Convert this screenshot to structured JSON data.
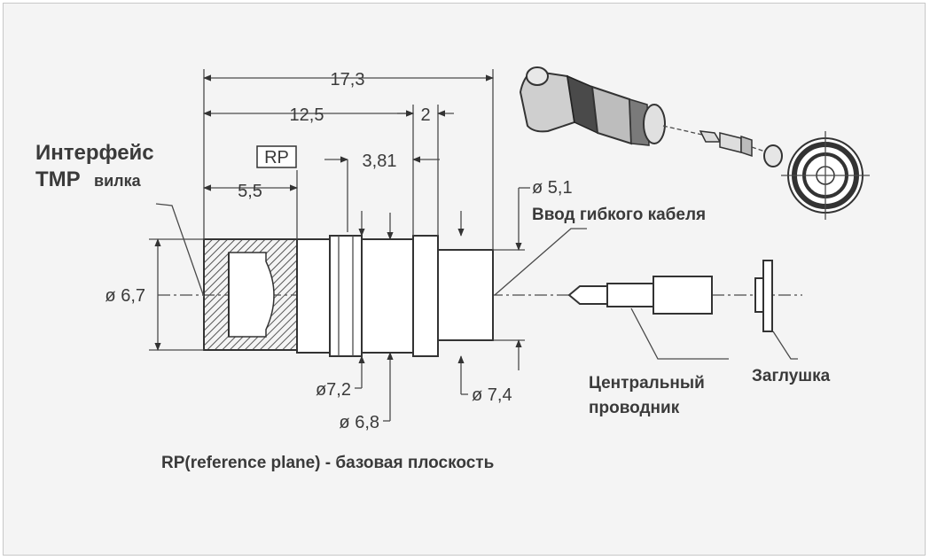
{
  "labels": {
    "interface_line1": "Интерфейс",
    "interface_line2_bold": "TMP",
    "interface_line2_rest": "вилка",
    "rp_box": "RP",
    "cable_entry": "Ввод гибкого кабеля",
    "center_conductor_line1": "Центральный",
    "center_conductor_line2": "проводник",
    "plug": "Заглушка",
    "reference_plane": "RP(reference plane) - базовая плоскость"
  },
  "dimensions": {
    "overall_length": "17,3",
    "length_12_5": "12,5",
    "length_2": "2",
    "length_3_81": "3,81",
    "length_5_5": "5,5",
    "dia_6_7": "ø 6,7",
    "dia_5_1": "ø 5,1",
    "dia_7_2": "ø7,2",
    "dia_6_8": "ø 6,8",
    "dia_7_4": "ø 7,4"
  }
}
